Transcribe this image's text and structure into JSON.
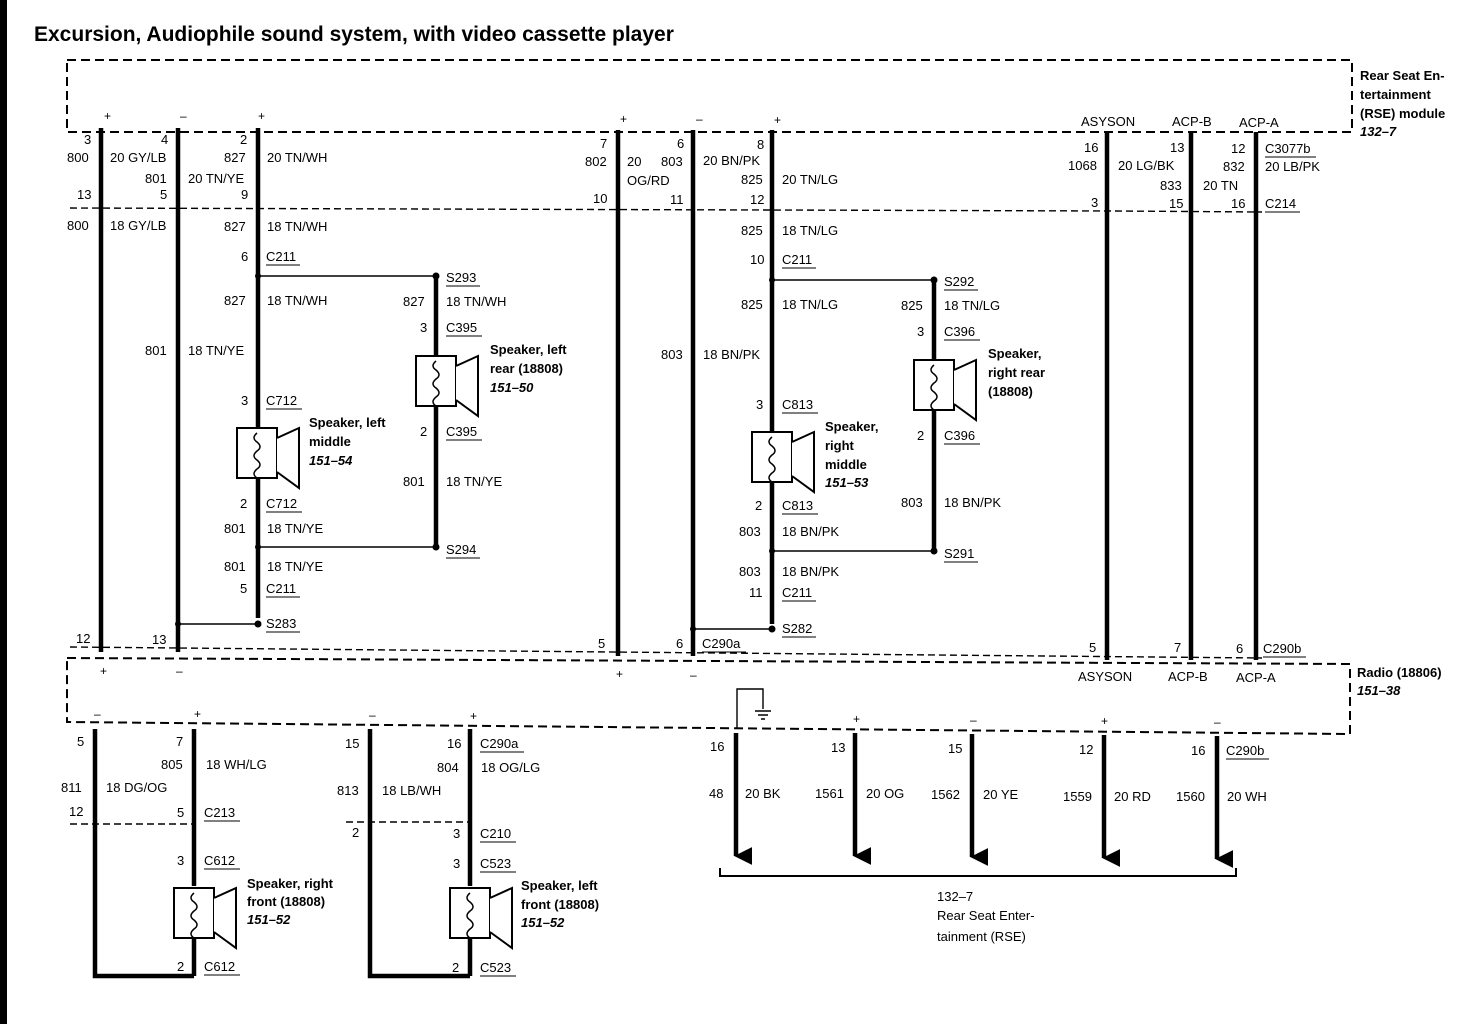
{
  "title": "Excursion, Audiophile sound system, with video cassette player",
  "rse_module": {
    "line1": "Rear Seat En-",
    "line2": "tertainment",
    "line3": "(RSE) module",
    "page": "132–7",
    "asyson": "ASYSON",
    "acpb": "ACP-B",
    "acpa": "ACP-A",
    "connector_top": "C3077b"
  },
  "radio": {
    "name": "Radio (18806)",
    "page": "151–38",
    "asyson": "ASYSON",
    "acpb": "ACP-B",
    "acpa": "ACP-A"
  },
  "rse_bottom": {
    "line1": "132–7",
    "line2": "Rear Seat Enter-",
    "line3": "tainment (RSE)"
  },
  "top_pins": [
    "3",
    "13",
    "4",
    "5",
    "2",
    "9",
    "7",
    "10",
    "6",
    "11",
    "8",
    "12",
    "16",
    "3",
    "13",
    "15",
    "12",
    "16",
    "12",
    "13",
    "5",
    "6",
    "5",
    "7",
    "6"
  ],
  "circuits": {
    "c800": "800",
    "c801": "801",
    "c827": "827",
    "c802": "802",
    "c803": "803",
    "c825": "825",
    "c1068": "1068",
    "c833": "833",
    "c832": "832",
    "c805": "805",
    "c811": "811",
    "c804": "804",
    "c813": "813",
    "c48": "48",
    "c1561": "1561",
    "c1562": "1562",
    "c1559": "1559",
    "c1560": "1560"
  },
  "wires": {
    "gy_lb_20": "20 GY/LB",
    "gy_lb_18": "18 GY/LB",
    "tn_ye_20": "20 TN/YE",
    "tn_ye_18": "18 TN/YE",
    "tn_wh_20": "20 TN/WH",
    "tn_wh_18": "18 TN/WH",
    "og_rd_a": "20",
    "og_rd_b": "OG/RD",
    "bn_pk_20": "20 BN/PK",
    "bn_pk_18": "18 BN/PK",
    "tn_lg_20": "20 TN/LG",
    "tn_lg_18": "18 TN/LG",
    "lg_bk_20": "20 LG/BK",
    "tn_20": "20 TN",
    "lb_pk_20": "20 LB/PK",
    "wh_lg_18": "18 WH/LG",
    "dg_og_18": "18 DG/OG",
    "og_lg_18": "18 OG/LG",
    "lb_wh_18": "18 LB/WH",
    "bk_20": "20 BK",
    "og_20": "20 OG",
    "ye_20": "20 YE",
    "rd_20": "20 RD",
    "wh_20": "20 WH"
  },
  "connectors": {
    "c211": "C211",
    "c214": "C214",
    "c290a": "C290a",
    "c290b": "C290b",
    "c712": "C712",
    "c395": "C395",
    "c813": "C813",
    "c396": "C396",
    "c213": "C213",
    "c612": "C612",
    "c210": "C210",
    "c523": "C523"
  },
  "splices": {
    "s293": "S293",
    "s294": "S294",
    "s283": "S283",
    "s292": "S292",
    "s291": "S291",
    "s282": "S282"
  },
  "speakers": {
    "left_middle": {
      "l1": "Speaker, left",
      "l2": "middle",
      "page": "151–54"
    },
    "left_rear": {
      "l1": "Speaker, left",
      "l2": "rear (18808)",
      "page": "151–50"
    },
    "right_middle": {
      "l1": "Speaker,",
      "l2": "right",
      "l3": "middle",
      "page": "151–53"
    },
    "right_rear": {
      "l1": "Speaker,",
      "l2": "right rear",
      "l3": "(18808)"
    },
    "right_front": {
      "l1": "Speaker, right",
      "l2": "front (18808)",
      "page": "151–52"
    },
    "left_front": {
      "l1": "Speaker, left",
      "l2": "front (18808)",
      "page": "151–52"
    }
  },
  "signs": {
    "plus": "+",
    "minus": "–"
  }
}
